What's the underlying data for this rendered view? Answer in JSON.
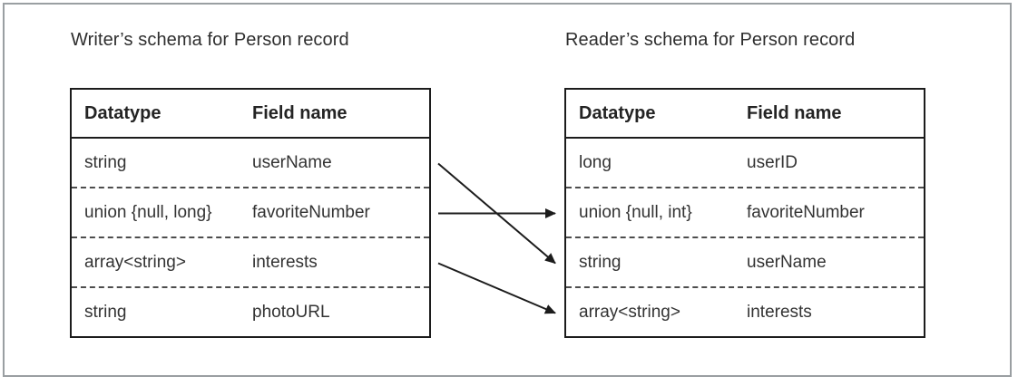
{
  "figure": {
    "ink_color": "#1f1f1f",
    "frame_color": "#9a9fa2"
  },
  "writer": {
    "title": "Writer’s schema for Person record",
    "headers": [
      "Datatype",
      "Field name"
    ],
    "rows": [
      {
        "datatype": "string",
        "field": "userName"
      },
      {
        "datatype": "union {null, long}",
        "field": "favoriteNumber"
      },
      {
        "datatype": "array<string>",
        "field": "interests"
      },
      {
        "datatype": "string",
        "field": "photoURL"
      }
    ]
  },
  "reader": {
    "title": "Reader’s schema for Person record",
    "headers": [
      "Datatype",
      "Field name"
    ],
    "rows": [
      {
        "datatype": "long",
        "field": "userID"
      },
      {
        "datatype": "union {null, int}",
        "field": "favoriteNumber"
      },
      {
        "datatype": "string",
        "field": "userName"
      },
      {
        "datatype": "array<string>",
        "field": "interests"
      }
    ]
  },
  "arrows": [
    {
      "from_field": "userName",
      "to_field": "userName"
    },
    {
      "from_field": "favoriteNumber",
      "to_field": "favoriteNumber"
    },
    {
      "from_field": "interests",
      "to_field": "interests"
    }
  ]
}
